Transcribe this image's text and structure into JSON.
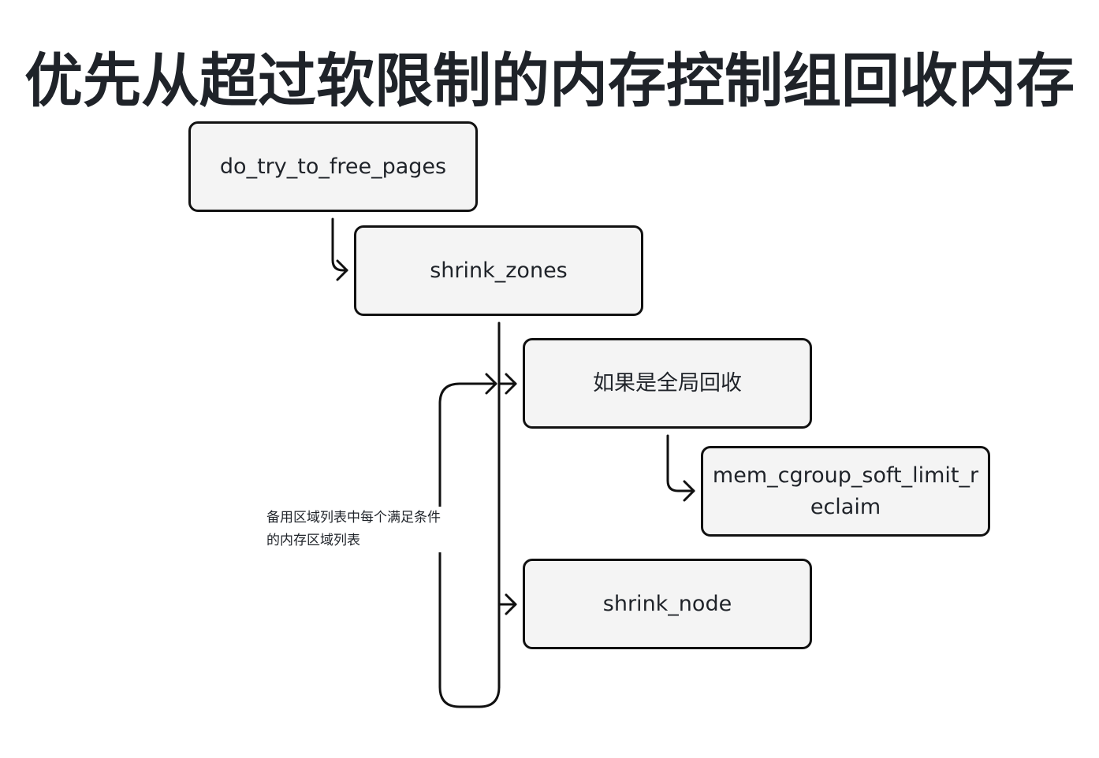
{
  "title": "优先从超过软限制的内存控制组回收内存",
  "nodes": {
    "do_try_to_free_pages": "do_try_to_free_pages",
    "shrink_zones": "shrink_zones",
    "global_reclaim": "如果是全局回收",
    "mem_cgroup_soft_limit_reclaim": "mem_cgroup_soft_limit_reclaim",
    "shrink_node": "shrink_node"
  },
  "loop_label": "备用区域列表中每个满足条件的内存区域列表"
}
